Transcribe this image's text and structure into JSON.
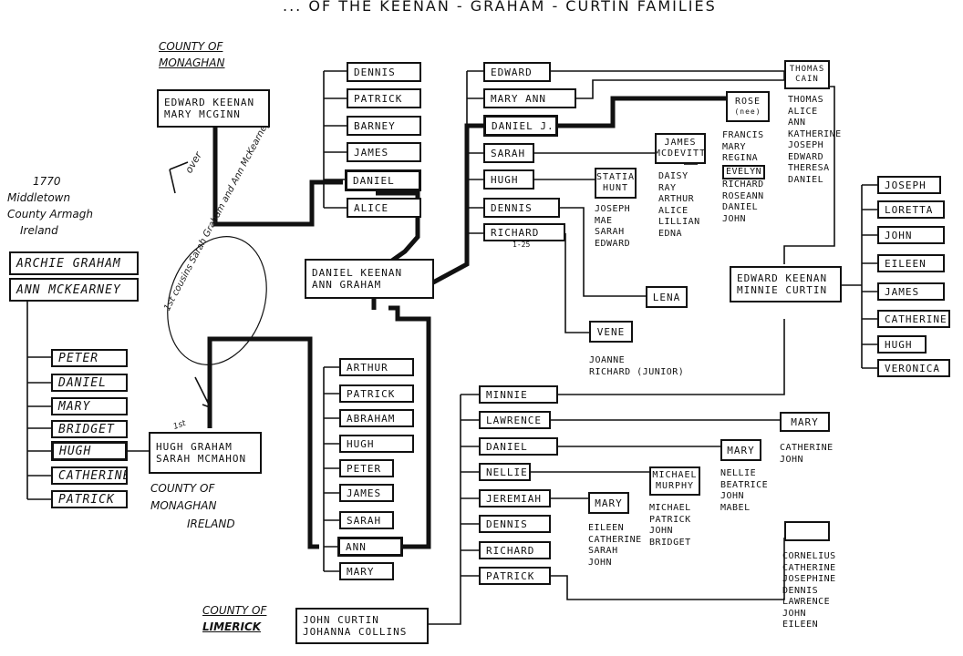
{
  "title": "... OF THE KEENAN - GRAHAM - CURTIN FAMILIES",
  "labels": {
    "monaghan_top": [
      "COUNTY OF",
      "MONAGHAN"
    ],
    "middletown": [
      "1770",
      "Middletown",
      "County Armagh",
      "Ireland"
    ],
    "monaghan_bottom": [
      "COUNTY OF",
      "MONAGHAN",
      "IRELAND"
    ],
    "limerick": [
      "COUNTY OF",
      "LIMERICK"
    ],
    "note_over": "over",
    "note_cousins": "1st cousins Sarah Graham and Ann McKearney",
    "note_small": "1st"
  },
  "couples": {
    "edward_mary": [
      "EDWARD KEENAN",
      "MARY McGINN"
    ],
    "archie_ann": [
      "ARCHIE GRAHAM",
      "ANN McKEARNEY"
    ],
    "daniel_ann": [
      "DANIEL KEENAN",
      "ANN GRAHAM"
    ],
    "hugh_sarah": [
      "HUGH GRAHAM",
      "SARAH McMAHON"
    ],
    "edward_minnie": [
      "EDWARD KEENAN",
      "MINNIE CURTIN"
    ],
    "john_johanna": [
      "JOHN CURTIN",
      "JOHANNA COLLINS"
    ]
  },
  "keenan_children": [
    "DENNIS",
    "PATRICK",
    "BARNEY",
    "JAMES",
    "DANIEL",
    "ALICE"
  ],
  "graham_children": [
    "PETER",
    "DANIEL",
    "MARY",
    "BRIDGET",
    "HUGH",
    "CATHERINE",
    "PATRICK"
  ],
  "daniel_ann_children": [
    "EDWARD",
    "MARY ANN",
    "DANIEL J.",
    "SARAH",
    "HUGH",
    "DENNIS",
    "RICHARD"
  ],
  "richard_note": "1-25",
  "hugh_sarah_children": [
    "ARTHUR",
    "PATRICK",
    "ABRAHAM",
    "HUGH",
    "PETER",
    "JAMES",
    "SARAH",
    "ANN",
    "MARY"
  ],
  "curtin_children": [
    "MINNIE",
    "LAWRENCE",
    "DANIEL",
    "NELLIE",
    "JEREMIAH",
    "DENNIS",
    "RICHARD",
    "PATRICK"
  ],
  "edward_minnie_children": [
    "JOSEPH",
    "LORETTA",
    "JOHN",
    "EILEEN",
    "JAMES",
    "CATHERINE",
    "HUGH",
    "VERONICA"
  ],
  "spouses": {
    "thomas_cain": [
      "THOMAS",
      "CAIN"
    ],
    "rose": [
      "ROSE",
      "(nee)"
    ],
    "james_mcdevitt": [
      "JAMES",
      "McDEVITT"
    ],
    "statia_hunt": [
      "STATIA",
      "HUNT"
    ],
    "lena": "LENA",
    "vene": "VENE",
    "mary_lawrence": "MARY",
    "mary_daniel": "MARY",
    "michael_murphy": [
      "MICHAEL",
      "MURPHY"
    ],
    "mary_jeremiah": "MARY",
    "blank": ""
  },
  "descendants": {
    "thomas_cain": [
      "THOMAS",
      "ALICE",
      "ANN",
      "KATHERINE",
      "JOSEPH",
      "EDWARD",
      "THERESA",
      "DANIEL"
    ],
    "rose": [
      "FRANCIS",
      "MARY",
      "REGINA",
      "EVELYN",
      "RICHARD",
      "ROSEANN",
      "DANIEL",
      "JOHN"
    ],
    "james_mcdevitt": [
      "DAISY",
      "RAY",
      "ARTHUR",
      "ALICE",
      "LILLIAN",
      "EDNA"
    ],
    "statia_hunt": [
      "JOSEPH",
      "MAE",
      "SARAH",
      "EDWARD"
    ],
    "vene": [
      "JOANNE",
      "RICHARD (junior)"
    ],
    "mary_lawrence": [
      "CATHERINE",
      "JOHN"
    ],
    "mary_daniel": [
      "NELLIE",
      "BEATRICE",
      "JOHN",
      "MABEL"
    ],
    "michael_murphy": [
      "MICHAEL",
      "PATRICK",
      "JOHN",
      "BRIDGET"
    ],
    "mary_jeremiah": [
      "EILEEN",
      "CATHERINE",
      "SARAH",
      "JOHN"
    ],
    "blank": [
      "CORNELIUS",
      "CATHERINE",
      "JOSEPHINE",
      "DENNIS",
      "LAWRENCE",
      "JOHN",
      "EILEEN"
    ]
  }
}
